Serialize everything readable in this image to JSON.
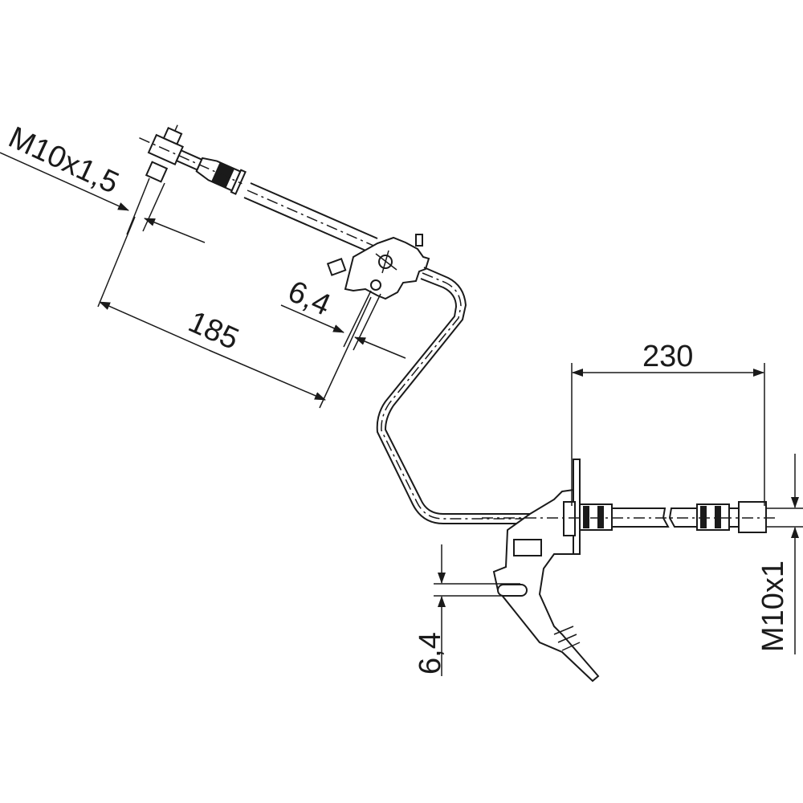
{
  "drawing": {
    "dimensions": {
      "upper_thread": "M10x1,5",
      "upper_length": "185",
      "upper_hole": "6,4",
      "lower_length": "230",
      "lower_hole": "6,4",
      "lower_thread": "M10x1"
    },
    "colors": {
      "line": "#1a1a1a",
      "background": "#ffffff"
    }
  }
}
